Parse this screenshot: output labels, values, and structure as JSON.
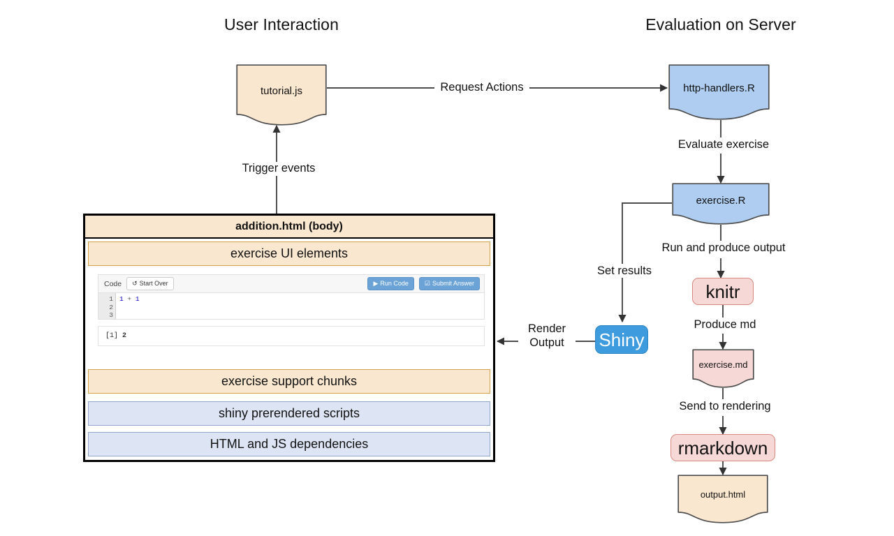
{
  "columns": {
    "left_title": "User Interaction",
    "right_title": "Evaluation on Server"
  },
  "nodes": {
    "tutorial_js": "tutorial.js",
    "http_handlers": "http-handlers.R",
    "exercise_r": "exercise.R",
    "knitr": "knitr",
    "exercise_md": "exercise.md",
    "rmarkdown": "rmarkdown",
    "output_html": "output.html",
    "shiny": "Shiny"
  },
  "edges": {
    "request_actions": "Request Actions",
    "trigger_events": "Trigger events",
    "evaluate_exercise": "Evaluate exercise",
    "run_and_produce_output": "Run and produce output",
    "set_results": "Set results",
    "render_output_line1": "Render",
    "render_output_line2": "Output",
    "produce_md": "Produce md",
    "send_to_rendering": "Send to rendering"
  },
  "panel": {
    "title": "addition.html (body)",
    "bands": [
      {
        "label": "exercise UI elements",
        "style": "orange"
      },
      {
        "label": "exercise support chunks",
        "style": "orange"
      },
      {
        "label": "shiny prerendered scripts",
        "style": "blue"
      },
      {
        "label": "HTML and JS dependencies",
        "style": "blue"
      }
    ],
    "exercise": {
      "toolbar_title": "Code",
      "start_over_label": "Start Over",
      "start_over_icon": "refresh-icon",
      "run_code_label": "Run Code",
      "run_code_icon": "play-icon",
      "submit_answer_label": "Submit Answer",
      "submit_answer_icon": "checkbox-icon",
      "gutter_lines": "1\n2\n3",
      "code_number_left": "1",
      "code_operator": " + ",
      "code_number_right": "1",
      "output_prefix": "[1]",
      "output_value": "2"
    }
  },
  "colors": {
    "orange_fill": "#fae7d0",
    "orange_stroke": "#d3a04a",
    "blue_fill": "#aecdf0",
    "blue_stroke": "#4a4a4a",
    "band_blue_fill": "#dde5f5",
    "pink_fill": "#f6d9d6",
    "pink_stroke": "#d98880",
    "shiny_blue": "#3e9bdd",
    "line": "#4d4d4d"
  }
}
